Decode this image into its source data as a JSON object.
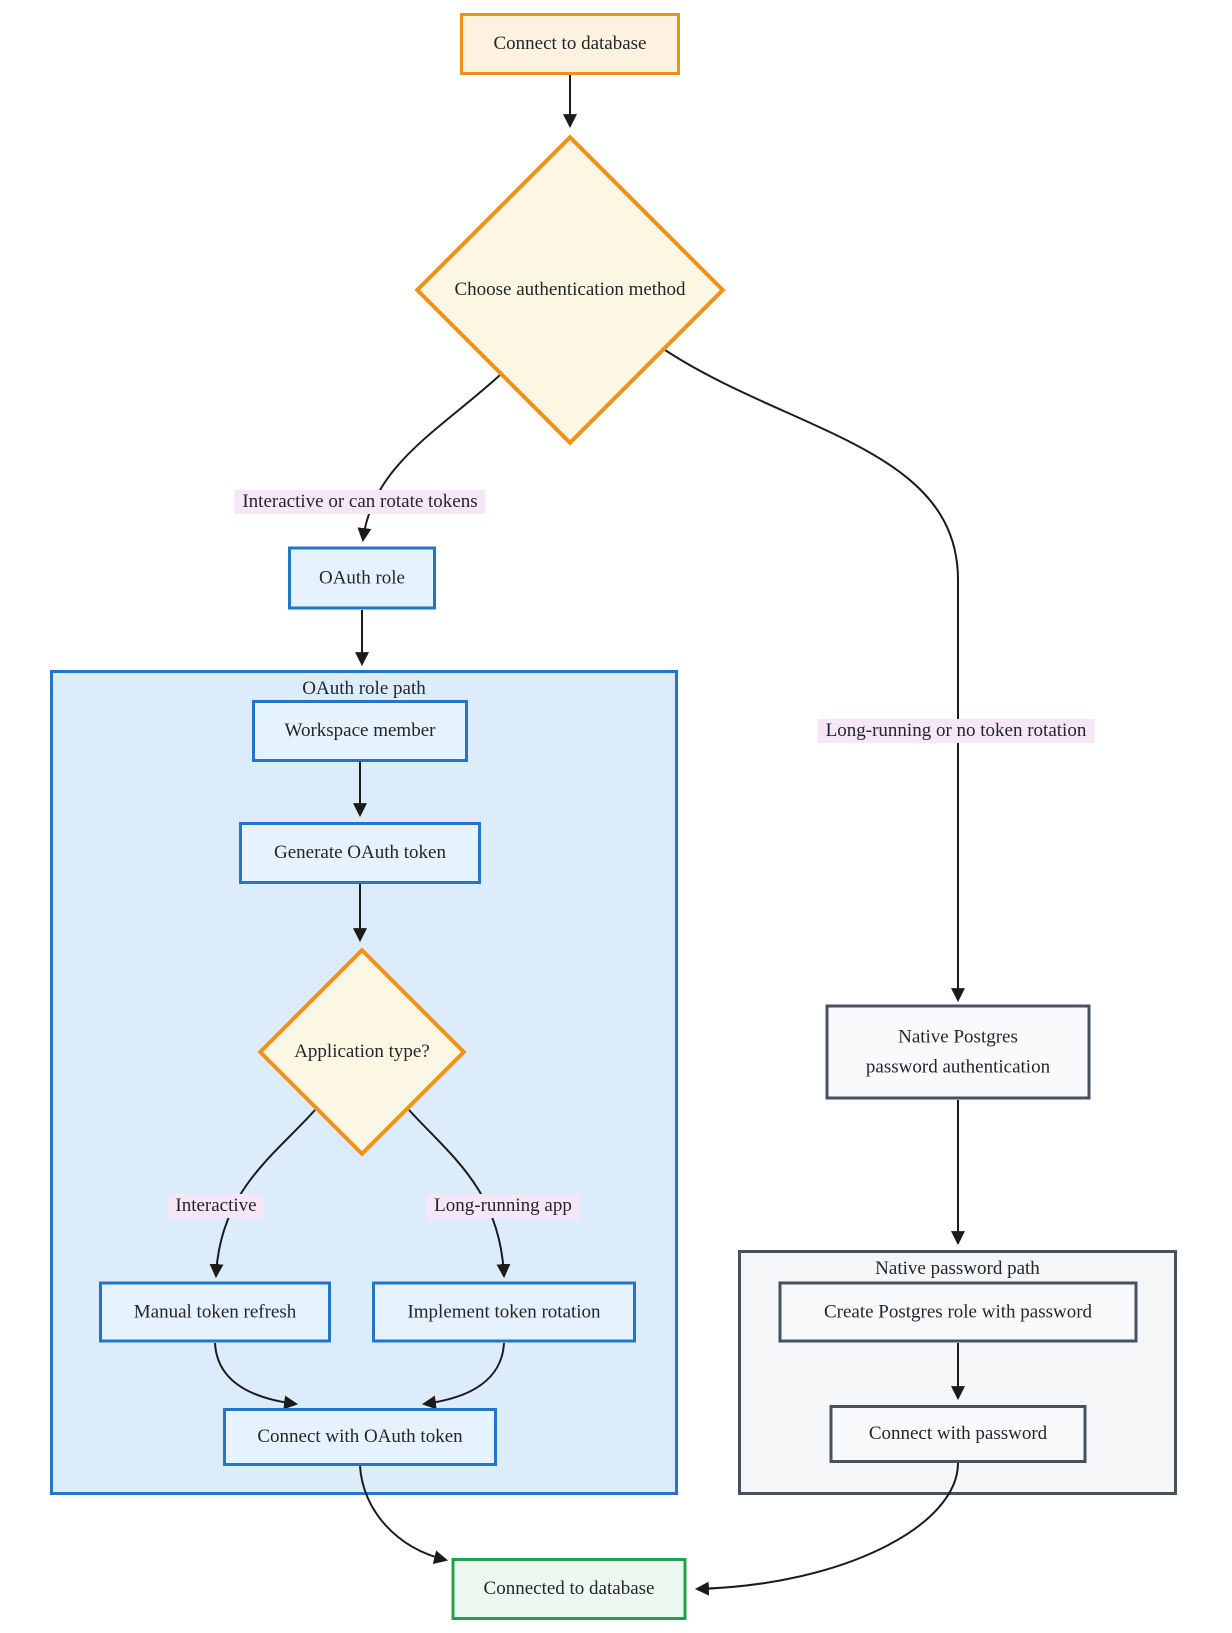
{
  "diagram": {
    "type": "flowchart",
    "direction": "top-down",
    "nodes": {
      "start": {
        "label": "Connect to database",
        "shape": "rect",
        "style": "orange"
      },
      "choose": {
        "label": "Choose authentication method",
        "shape": "diamond",
        "style": "orange"
      },
      "oauth_role": {
        "label": "OAuth role",
        "shape": "rect",
        "style": "blue"
      },
      "workspace_member": {
        "label": "Workspace member",
        "shape": "rect",
        "style": "blue"
      },
      "generate_token": {
        "label": "Generate OAuth token",
        "shape": "rect",
        "style": "blue"
      },
      "app_type": {
        "label": "Application type?",
        "shape": "diamond",
        "style": "orange"
      },
      "manual_refresh": {
        "label": "Manual token refresh",
        "shape": "rect",
        "style": "blue"
      },
      "token_rotation": {
        "label": "Implement token rotation",
        "shape": "rect",
        "style": "blue"
      },
      "connect_oauth": {
        "label": "Connect with OAuth token",
        "shape": "rect",
        "style": "blue"
      },
      "native_auth": {
        "label": "Native Postgres password authentication",
        "line1": "Native Postgres",
        "line2": "password authentication",
        "shape": "rect",
        "style": "gray"
      },
      "create_role": {
        "label": "Create Postgres role with password",
        "shape": "rect",
        "style": "gray"
      },
      "connect_password": {
        "label": "Connect with password",
        "shape": "rect",
        "style": "gray"
      },
      "connected": {
        "label": "Connected to database",
        "shape": "rect",
        "style": "green"
      }
    },
    "clusters": {
      "oauth_path": {
        "title": "OAuth role path",
        "style": "blue"
      },
      "password_path": {
        "title": "Native password path",
        "style": "gray"
      }
    },
    "edges": [
      {
        "from": "start",
        "to": "choose",
        "label": ""
      },
      {
        "from": "choose",
        "to": "oauth_role",
        "label": "Interactive or can rotate tokens"
      },
      {
        "from": "choose",
        "to": "native_auth",
        "label": "Long-running or no token rotation"
      },
      {
        "from": "oauth_role",
        "to": "oauth_path",
        "label": ""
      },
      {
        "from": "workspace_member",
        "to": "generate_token",
        "label": ""
      },
      {
        "from": "generate_token",
        "to": "app_type",
        "label": ""
      },
      {
        "from": "app_type",
        "to": "manual_refresh",
        "label": "Interactive"
      },
      {
        "from": "app_type",
        "to": "token_rotation",
        "label": "Long-running app"
      },
      {
        "from": "manual_refresh",
        "to": "connect_oauth",
        "label": ""
      },
      {
        "from": "token_rotation",
        "to": "connect_oauth",
        "label": ""
      },
      {
        "from": "connect_oauth",
        "to": "connected",
        "label": ""
      },
      {
        "from": "native_auth",
        "to": "password_path",
        "label": ""
      },
      {
        "from": "create_role",
        "to": "connect_password",
        "label": ""
      },
      {
        "from": "connect_password",
        "to": "connected",
        "label": ""
      }
    ],
    "colors": {
      "orange_border": "#ee9318",
      "orange_fill": "#fdf1e0",
      "diamond_fill": "#fcf7e3",
      "blue_border": "#2376c7",
      "blue_node_fill": "#e6f2fd",
      "blue_cluster_fill": "#dcecfb",
      "gray_border": "#46525e",
      "gray_node_fill": "#f9fafc",
      "gray_cluster_fill": "#f4f6f8",
      "green_border": "#1fa34a",
      "green_fill": "#edf9f0",
      "edge_label_bg": "#f7e6f8",
      "edge_color": "#1b1b1b",
      "text_color": "#232629"
    }
  }
}
